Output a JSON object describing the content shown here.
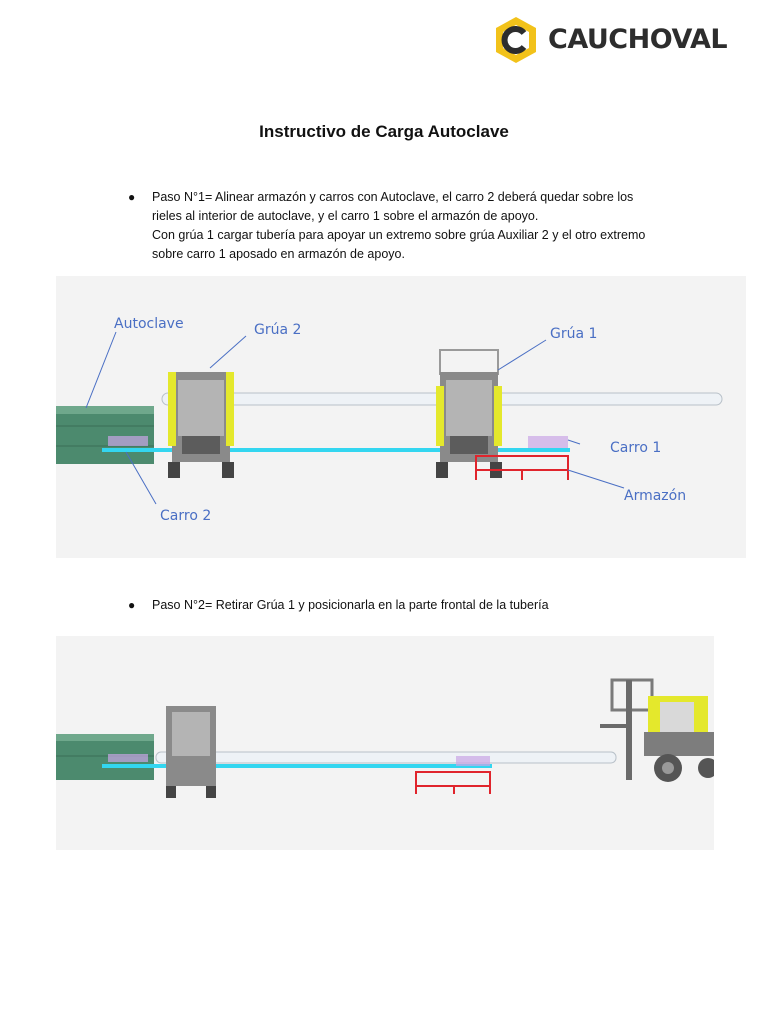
{
  "brand": {
    "name": "CAUCHOVAL",
    "colors": {
      "yellow": "#f2c21a",
      "dark": "#2d2d2d"
    }
  },
  "document": {
    "title": "Instructivo de Carga Autoclave"
  },
  "steps": [
    {
      "lines": [
        "Paso N°1= Alinear armazón y carros con Autoclave, el carro 2 deberá quedar sobre los",
        "rieles al interior de autoclave, y el carro 1 sobre el armazón de apoyo.",
        "Con grúa 1 cargar tubería para apoyar un extremo sobre grúa Auxiliar 2 y el otro extremo",
        "sobre carro 1 aposado en armazón de apoyo."
      ]
    },
    {
      "lines": [
        "Paso N°2= Retirar Grúa 1 y posicionarla en la parte frontal de la tubería"
      ]
    }
  ],
  "figure1": {
    "labels": {
      "autoclave": "Autoclave",
      "grua2": "Grúa 2",
      "grua1": "Grúa 1",
      "carro1": "Carro 1",
      "armazon": "Armazón",
      "carro2": "Carro 2"
    }
  },
  "colors": {
    "label_blue": "#4a6fc4",
    "rail_cyan": "#33d6f0",
    "frame_red": "#e0242c",
    "autoclave_green": "#4c8a6e",
    "forklift_yellow": "#e4e82c"
  }
}
